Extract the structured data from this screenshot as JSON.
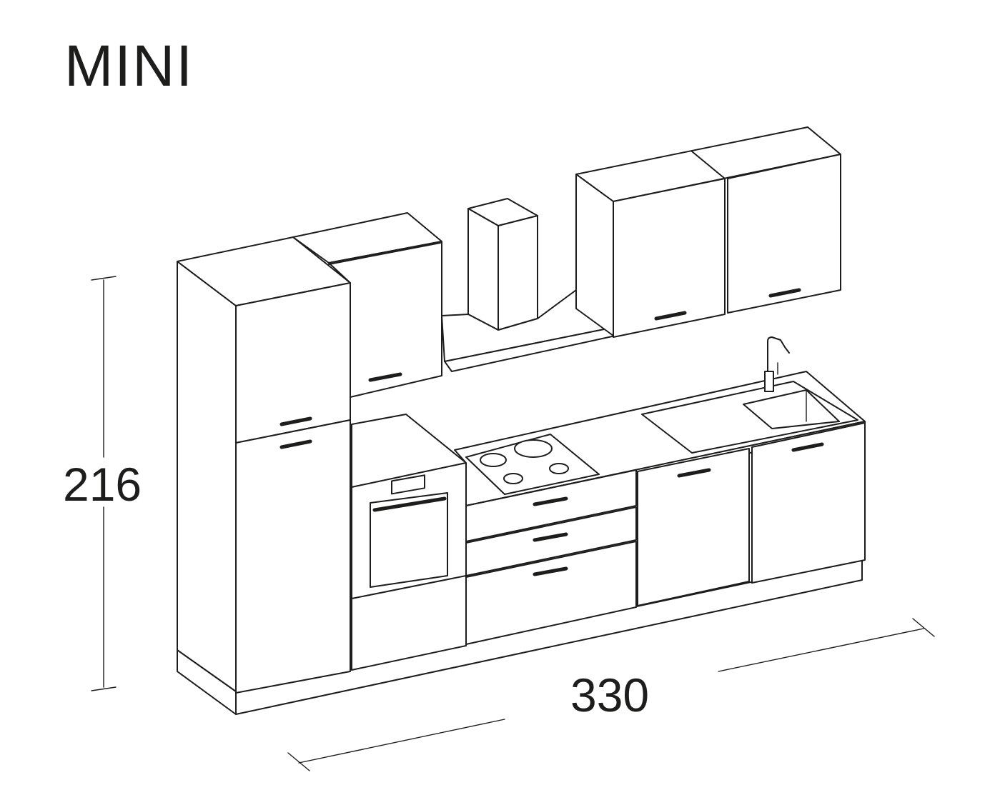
{
  "title": "MINI",
  "dimensions": {
    "height": "216",
    "width": "330"
  },
  "colors": {
    "line": "#1d1d1b",
    "background": "#ffffff"
  }
}
